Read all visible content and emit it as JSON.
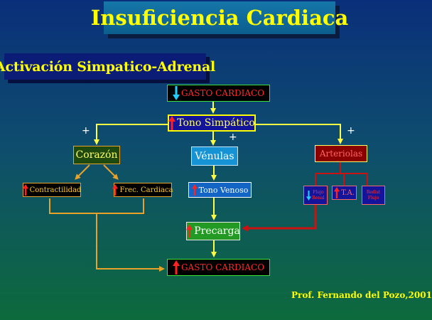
{
  "title": "Insuficiencia Cardiaca",
  "subtitle": "Activación Simpatico-Adrenal",
  "nodes": {
    "gasto_top": "GASTO CARDIACO",
    "tono_simpatico": "Tono Simpático",
    "corazon": "Corazón",
    "venulas": "Vénulas",
    "arteriolas": "Arteriolas",
    "contractilidad": "Contractilidad",
    "frec_cardiaca": "Frec. Cardiaca",
    "tono_venoso": "Tono Venoso",
    "flujo_renal_1": "Flujo",
    "flujo_renal_2": "Renal",
    "ta": "T.A.",
    "redist_1": "Redist",
    "redist_2": "Flujo",
    "precarga": "Precarga",
    "gasto_bottom": "GASTO CARDIACO"
  },
  "signs": {
    "left_plus": "+",
    "center_plus": "+",
    "right_plus": "+"
  },
  "footer": "Prof. Fernando del Pozo,2001",
  "colors": {
    "title_text": "#ffff00",
    "up_arrow": "#ff2222",
    "down_arrow": "#22ccff",
    "connector_yellow": "#ffff44",
    "connector_orange": "#e8a22a",
    "connector_red": "#cc1111"
  },
  "icons": {
    "increase": "red-up-arrow-icon",
    "decrease": "cyan-down-arrow-icon"
  }
}
